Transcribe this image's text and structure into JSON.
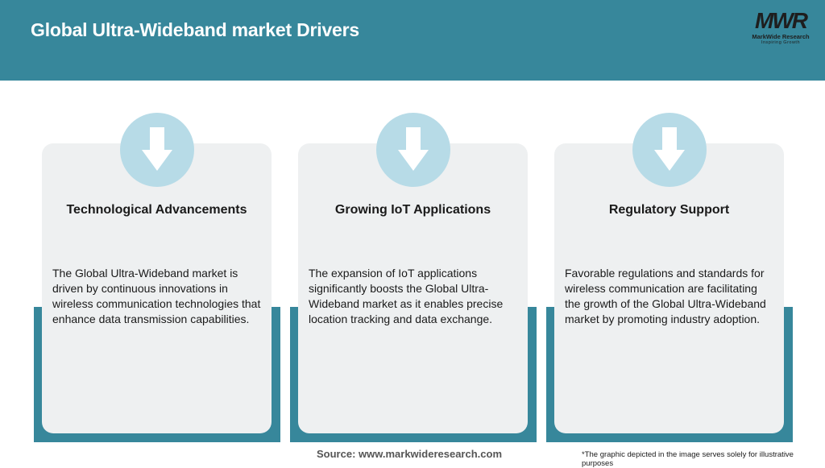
{
  "header": {
    "title": "Global Ultra-Wideband market Drivers",
    "logo": {
      "mark": "MWR",
      "name": "MarkWide Research",
      "tagline": "Inspiring Growth"
    }
  },
  "cards": [
    {
      "title": "Technological Advancements",
      "text": "The Global Ultra-Wideband market is driven by continuous innovations in wireless communication technologies that enhance data transmission capabilities.",
      "icon": "arrow-down-icon"
    },
    {
      "title": "Growing IoT Applications",
      "text": "The expansion of IoT applications significantly boosts the Global Ultra-Wideband market as it enables precise location tracking and data exchange.",
      "icon": "arrow-down-icon"
    },
    {
      "title": "Regulatory Support",
      "text": "Favorable regulations and standards for wireless communication are facilitating the growth of the Global Ultra-Wideband market by promoting industry adoption.",
      "icon": "arrow-down-icon"
    }
  ],
  "footer": {
    "source": "Source: www.markwideresearch.com",
    "note": "*The graphic depicted in the image serves solely for illustrative purposes"
  },
  "colors": {
    "header": "#37879b",
    "card": "#eef0f1",
    "circle": "#b7dbe7",
    "accent_shadow": "#37879b"
  }
}
